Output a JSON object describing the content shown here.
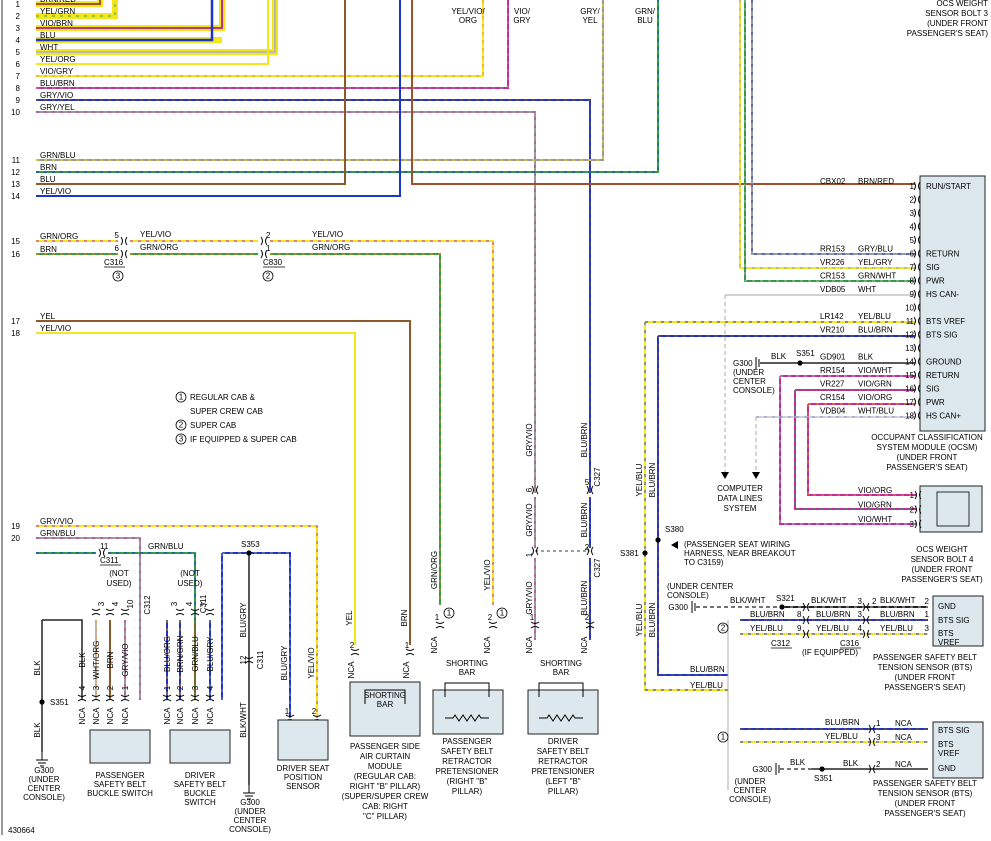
{
  "diagram_id": "430664",
  "colors": {
    "BRN": "#8B5A2B",
    "RED": "#E0312B",
    "YEL": "#F5E61C",
    "GRN": "#2E9E44",
    "VIO": "#C8289F",
    "BLU": "#1A35C8",
    "WHT": "#B8B8B8",
    "ORG": "#F08C1A",
    "GRY": "#9A9A9A",
    "BLK": "#222222"
  },
  "top_wires": [
    {
      "num": "1",
      "label": "BRN/RED"
    },
    {
      "num": "2",
      "label": "YEL/GRN"
    },
    {
      "num": "3",
      "label": "VIO/BRN"
    },
    {
      "num": "4",
      "label": "BLU"
    },
    {
      "num": "5",
      "label": "WHT"
    },
    {
      "num": "6",
      "label": "YEL/ORG"
    },
    {
      "num": "7",
      "label": "VIO/GRY"
    },
    {
      "num": "8",
      "label": "BLU/BRN"
    },
    {
      "num": "9",
      "label": "GRY/VIO"
    },
    {
      "num": "10",
      "label": "GRY/YEL"
    },
    {
      "num": "11",
      "label": "GRN/BLU"
    },
    {
      "num": "12",
      "label": "BRN"
    },
    {
      "num": "13",
      "label": "BLU"
    },
    {
      "num": "14",
      "label": "YEL/VIO"
    },
    {
      "num": "15",
      "label": "GRN/ORG"
    },
    {
      "num": "16",
      "label": "BRN"
    },
    {
      "num": "17",
      "label": "YEL"
    },
    {
      "num": "18",
      "label": "YEL/VIO"
    },
    {
      "num": "19",
      "label": "GRY/VIO"
    },
    {
      "num": "20",
      "label": "GRN/BLU"
    }
  ],
  "top_labels": {
    "yel_vio_org": [
      "YEL/VIO/",
      "ORG"
    ],
    "vio_gry": [
      "VIO/",
      "GRY"
    ],
    "gry_yel": [
      "GRY/",
      "YEL"
    ],
    "grn_blu": [
      "GRN/",
      "BLU"
    ]
  },
  "bolt3": {
    "lines": [
      "OCS WEIGHT",
      "SENSOR BOLT 3",
      "(UNDER FRONT",
      "PASSENGER'S SEAT)"
    ]
  },
  "ocsm": {
    "pins": [
      "RUN/START",
      "",
      "",
      "",
      "",
      "RETURN",
      "SIG",
      "PWR",
      "HS CAN-",
      "",
      "BTS VREF",
      "BTS SIG",
      "",
      "GROUND",
      "RETURN",
      "SIG",
      "PWR",
      "HS CAN+"
    ],
    "pin_nums": [
      "1",
      "2",
      "3",
      "4",
      "5",
      "6",
      "7",
      "8",
      "9",
      "10",
      "11",
      "12",
      "13",
      "14",
      "15",
      "16",
      "17",
      "18"
    ],
    "circuits": [
      {
        "id": "CBX02",
        "color": "BRN/RED"
      },
      {
        "id": "RR153",
        "color": "GRY/BLU"
      },
      {
        "id": "VR226",
        "color": "YEL/GRY"
      },
      {
        "id": "CR153",
        "color": "GRN/WHT"
      },
      {
        "id": "VDB05",
        "color": "WHT"
      },
      {
        "id": "LR142",
        "color": "YEL/BLU"
      },
      {
        "id": "VR210",
        "color": "BLU/BRN"
      },
      {
        "id": "GD901",
        "color": "BLK"
      },
      {
        "id": "RR154",
        "color": "VIO/WHT"
      },
      {
        "id": "VR227",
        "color": "VIO/GRN"
      },
      {
        "id": "CR154",
        "color": "VIO/ORG"
      },
      {
        "id": "VDB04",
        "color": "WHT/BLU"
      }
    ],
    "caption": [
      "OCCUPANT CLASSIFICATION",
      "SYSTEM MODULE (OCSM)",
      "(UNDER FRONT",
      "PASSENGER'S SEAT)"
    ]
  },
  "g300_a": {
    "label": [
      "G300",
      "(UNDER",
      "CENTER",
      "CONSOLE)"
    ],
    "wire": "BLK",
    "splice": "S351"
  },
  "cds": [
    "COMPUTER",
    "DATA LINES",
    "SYSTEM"
  ],
  "bolt4": {
    "wires": [
      {
        "color": "VIO/ORG",
        "pin": "1"
      },
      {
        "color": "VIO/GRN",
        "pin": "2"
      },
      {
        "color": "VIO/WHT",
        "pin": "3"
      }
    ],
    "lines": [
      "OCS WEIGHT",
      "SENSOR BOLT 4",
      "(UNDER FRONT",
      "PASSENGER'S SEAT)"
    ]
  },
  "c316": {
    "pins": [
      "5",
      "6"
    ],
    "wires": [
      "YEL/VIO",
      "GRN/ORG"
    ],
    "label": "C316",
    "note": "3"
  },
  "c830": {
    "pins": [
      "2",
      "1"
    ],
    "wires": [
      "YEL/VIO",
      "GRN/ORG"
    ],
    "label": "C830",
    "note": "2"
  },
  "legend": [
    {
      "num": "1",
      "text": "REGULAR CAB &"
    },
    {
      "num": "",
      "text": "SUPER CREW CAB"
    },
    {
      "num": "2",
      "text": "SUPER CAB"
    },
    {
      "num": "3",
      "text": "IF EQUIPPED & SUPER CAB"
    }
  ],
  "c327": {
    "label": "C327",
    "top_pins": [
      "6",
      "5"
    ],
    "bottom_pins": [
      "1",
      "2"
    ],
    "wire1": "GRY/VIO",
    "wire2": "BLU/BRN"
  },
  "s380": {
    "id": "S380",
    "note": [
      "(PASSENGER SEAT WIRING",
      "HARNESS, NEAR BREAKOUT",
      "TO C3159)"
    ]
  },
  "s381": {
    "id": "S381"
  },
  "yel_blu": "YEL/BLU",
  "blu_brn": "BLU/BRN",
  "g300_b": {
    "label": [
      "(UNDER CENTER",
      "CONSOLE)"
    ],
    "id": "G300",
    "splice": "S321",
    "wire": "BLK/WHT"
  },
  "bts_front": {
    "pins": [
      "GND",
      "BTS SIG",
      "BTS",
      "VREF"
    ],
    "pin_nums": [
      "2",
      "1",
      "3"
    ],
    "wires": [
      "BLK/WHT",
      "BLU/BRN",
      "YEL/BLU"
    ],
    "c312_pins": [
      "8",
      "9"
    ],
    "c312_label": "C312",
    "c316_pins": [
      "3",
      "4"
    ],
    "c316_label": "C316",
    "c316_note": "(IF EQUIPPED)",
    "caption": [
      "PASSENGER SAFETY BELT",
      "TENSION SENSOR (BTS)",
      "(UNDER FRONT",
      "PASSENGER'S SEAT)"
    ],
    "branch_note": "2"
  },
  "bts_rear": {
    "pins": [
      "BTS SIG",
      "BTS",
      "VREF",
      "GND"
    ],
    "pin_nums": [
      "1",
      "3",
      "2"
    ],
    "wires": [
      "BLU/BRN",
      "YEL/BLU",
      "BLK"
    ],
    "nca": "NCA",
    "caption": [
      "PASSENGER SAFETY BELT",
      "TENSION SENSOR (BTS)",
      "(UNDER FRONT",
      "PASSENGER'S SEAT)"
    ],
    "branch_note": "1",
    "ground": "G300",
    "ground_label": [
      "(UNDER",
      "CENTER",
      "CONSOLE)"
    ],
    "splice": "S351"
  },
  "c311_a": {
    "label": "C311",
    "pin": "11"
  },
  "grn_blu_20": "GRN/BLU",
  "not_used": [
    "(NOT",
    "USED)"
  ],
  "passenger_buckle": {
    "caption": [
      "PASSENGER",
      "SAFETY BELT",
      "BUCKLE SWITCH"
    ],
    "pins": [
      "4",
      "3",
      "2",
      "1"
    ],
    "wires": [
      "BLK",
      "WHT/ORG",
      "BRN",
      "GRY/VIO"
    ],
    "c312_pins": [
      "3",
      "4",
      "10"
    ],
    "c312_label": "C312",
    "blk": "BLK",
    "splice": "S351",
    "ground": [
      "G300",
      "(UNDER",
      "CENTER",
      "CONSOLE)"
    ]
  },
  "driver_buckle": {
    "caption": [
      "DRIVER",
      "SAFETY BELT",
      "BUCKLE",
      "SWITCH"
    ],
    "pins": [
      "1",
      "2",
      "3",
      "4"
    ],
    "wires": [
      "BLU/ORG",
      "BRN/GRN",
      "GRN/BLU",
      "BLU/GRY"
    ],
    "c311_pins": [
      "3",
      "4",
      "7"
    ],
    "c311_label": "C311"
  },
  "s353": {
    "id": "S353",
    "wire": "BLU/GRY",
    "c311_pin": "12",
    "c311_label": "C311",
    "blk_wht": "BLK/WHT",
    "ground": [
      "G300",
      "(UNDER",
      "CENTER",
      "CONSOLE)"
    ]
  },
  "seat_position": {
    "caption": [
      "DRIVER SEAT",
      "POSITION",
      "SENSOR"
    ],
    "pins": [
      "1",
      "2"
    ],
    "wires": [
      "BLU/GRY",
      "YEL/VIO"
    ]
  },
  "curtain": {
    "caption": [
      "PASSENGER SIDE",
      "AIR CURTAIN",
      "MODULE",
      "(REGULAR CAB:",
      "RIGHT \"B\" PILLAR)",
      "(SUPER/SUPER CREW",
      "CAB: RIGHT",
      "\"C\" PILLAR)"
    ],
    "pins": [
      "2",
      "1"
    ],
    "wires": [
      "YEL",
      "BRN"
    ],
    "bar": [
      "SHORTING",
      "BAR"
    ],
    "nca": "NCA"
  },
  "pass_retractor": {
    "caption": [
      "PASSENGER",
      "SAFETY BELT",
      "RETRACTOR",
      "PRETENSIONER",
      "(RIGHT \"B\"",
      "PILLAR)"
    ],
    "pins": [
      "1",
      "2"
    ],
    "wires": [
      "GRN/ORG",
      "YEL/VIO"
    ],
    "bar": [
      "SHORTING",
      "BAR"
    ],
    "nca": "NCA",
    "note": "1"
  },
  "driver_retractor": {
    "caption": [
      "DRIVER",
      "SAFETY BELT",
      "RETRACTOR",
      "PRETENSIONER",
      "(LEFT \"B\"",
      "PILLAR)"
    ],
    "pins": [
      "1",
      "2"
    ],
    "wires": [
      "GRY/VIO",
      "BLU/BRN"
    ],
    "bar": [
      "SHORTING",
      "BAR"
    ],
    "nca": "NCA"
  },
  "nca": "NCA"
}
